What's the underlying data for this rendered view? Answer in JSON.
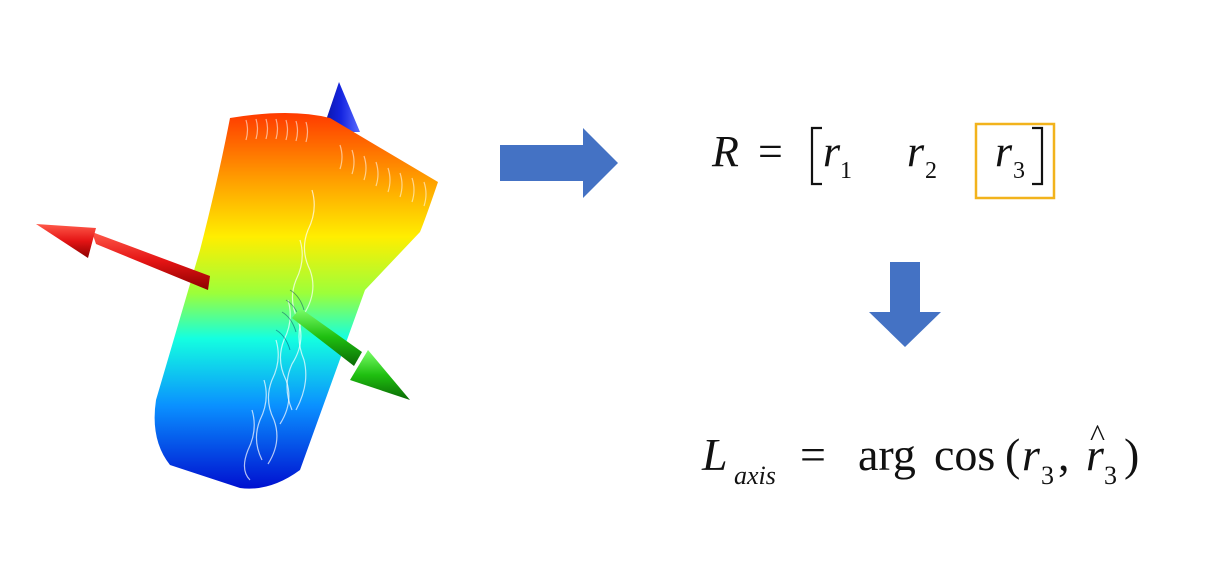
{
  "colors": {
    "background": "#ffffff",
    "flow_arrow": "#4472c4",
    "highlight_box": "#f2b31c",
    "axis_x": "#e41414",
    "axis_y": "#1fbf10",
    "axis_z": "#1424e0",
    "object_gradient": [
      "#ff3a00",
      "#ff9a00",
      "#ffee00",
      "#9cff3a",
      "#14ffe0",
      "#0a90ff",
      "#0010d0"
    ]
  },
  "icons": {
    "right_arrow": "block-arrow-right-icon",
    "down_arrow": "block-arrow-down-icon"
  },
  "equation_rotation": {
    "lhs": "R",
    "equals": "=",
    "columns": [
      {
        "base": "r",
        "sub": "1"
      },
      {
        "base": "r",
        "sub": "2"
      },
      {
        "base": "r",
        "sub": "3"
      }
    ],
    "highlighted_column": 3
  },
  "equation_loss": {
    "lhs_base": "L",
    "lhs_sub": "axis",
    "equals": "=",
    "func_arg": "arg",
    "func_cos": "cos",
    "open_paren": "(",
    "arg1_base": "r",
    "arg1_sub": "3",
    "comma": ",",
    "arg2_base": "r",
    "arg2_hat": "^",
    "arg2_sub": "3",
    "close_paren": ")"
  }
}
